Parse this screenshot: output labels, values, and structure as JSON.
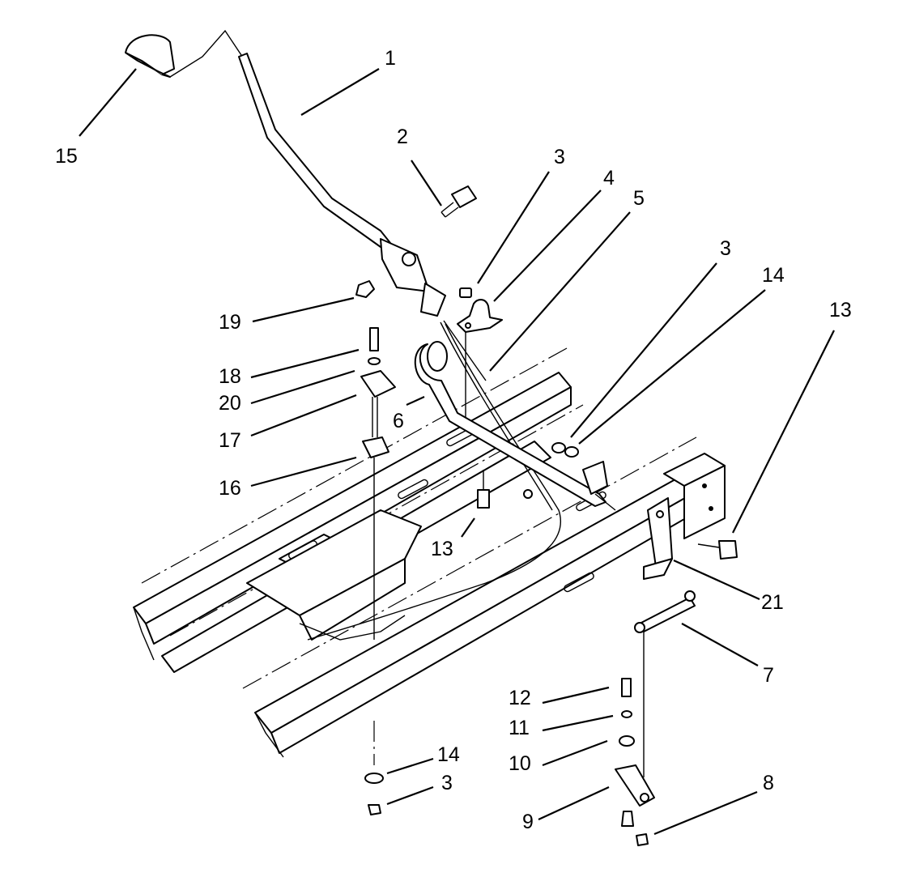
{
  "diagram": {
    "callouts": {
      "c1": "1",
      "c2": "2",
      "c3a": "3",
      "c4": "4",
      "c5": "5",
      "c3b": "3",
      "c14a": "14",
      "c13a": "13",
      "c19": "19",
      "c18": "18",
      "c20": "20",
      "c6": "6",
      "c17": "17",
      "c16": "16",
      "c13b": "13",
      "c21": "21",
      "c7": "7",
      "c15": "15",
      "c12": "12",
      "c11": "11",
      "c10": "10",
      "c14b": "14",
      "c3c": "3",
      "c9": "9",
      "c8": "8"
    }
  }
}
